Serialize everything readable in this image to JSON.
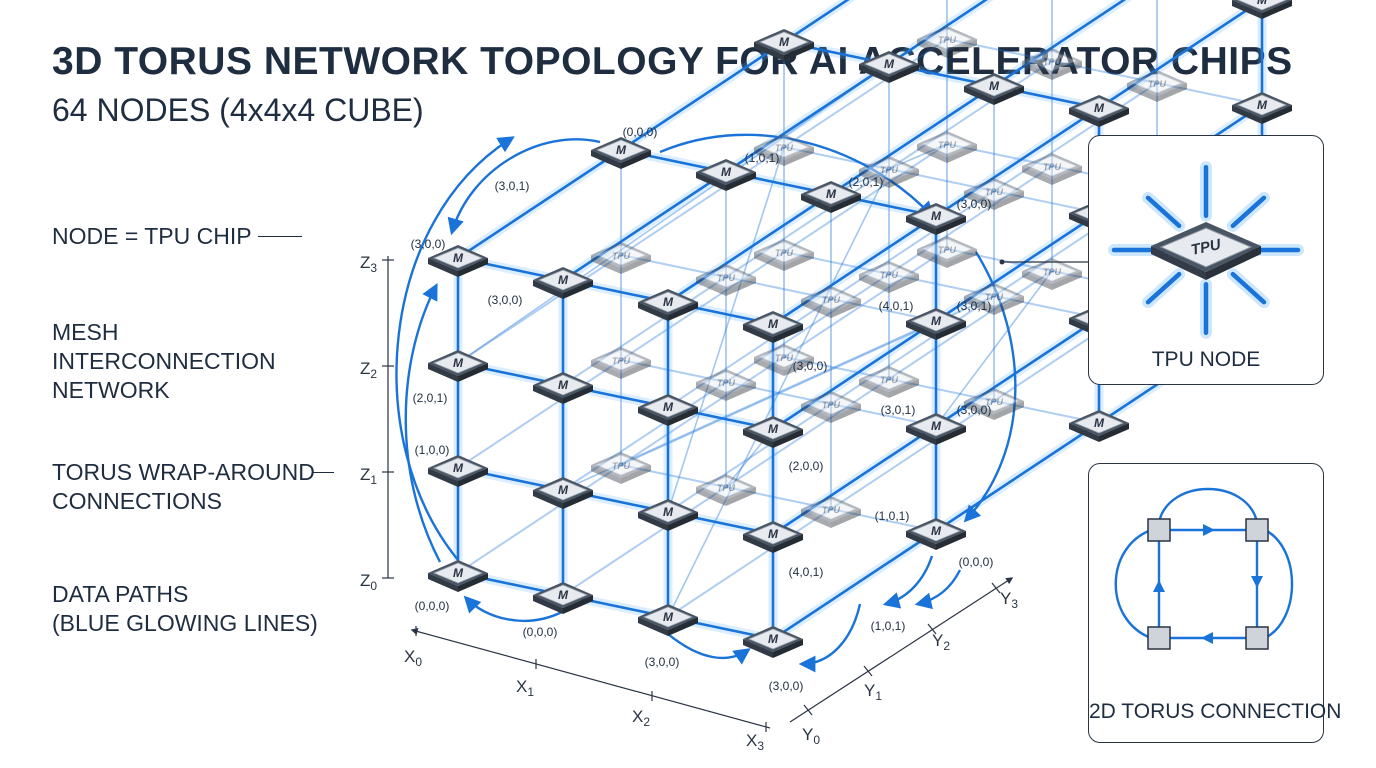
{
  "header": {
    "title": "3D TORUS NETWORK TOPOLOGY FOR AI ACCELERATOR CHIPS",
    "subtitle": "64 NODES (4x4x4 CUBE)"
  },
  "legend": {
    "node": "NODE = TPU CHIP",
    "mesh": [
      "MESH",
      "INTERCONNECTION",
      "NETWORK"
    ],
    "torus": [
      "TORUS WRAP-AROUND",
      "CONNECTIONS"
    ],
    "data_paths": [
      "DATA PATHS",
      "(BLUE GLOWING LINES)"
    ]
  },
  "axes": {
    "z": [
      "Z0",
      "Z1",
      "Z2",
      "Z3"
    ],
    "x": [
      "X0",
      "X1",
      "X2",
      "X3"
    ],
    "y": [
      "Y0",
      "Y1",
      "Y2",
      "Y3"
    ]
  },
  "chip_marks": {
    "front": "M",
    "back": "TPU"
  },
  "node_labels": [
    "(0,0,0)",
    "(1,0,1)",
    "(2,0,1)",
    "(3,0,0)",
    "(3,0,1)",
    "(3,0,0)",
    "(3,0,0)",
    "(4,0,1)",
    "(3,0,1)",
    "(3,0,0)",
    "(2,0,1)",
    "(3,0,1)",
    "(3,0,0)",
    "(1,0,0)",
    "(2,0,0)",
    "(1,0,1)",
    "(0,0,0)",
    "(4,0,1)",
    "(0,0,0)",
    "(0,0,0)",
    "(3,0,0)",
    "(1,0,1)",
    "(3,0,0)"
  ],
  "panels": {
    "tpu_node": {
      "caption": "TPU NODE",
      "chip_text": "TPU"
    },
    "torus_2d": {
      "caption": "2D TORUS CONNECTION"
    }
  },
  "colors": {
    "text": "#1f2d40",
    "link": "#1a73d9",
    "glow": "#5ab0ff",
    "chip_body": "#4a5564",
    "chip_top": "#e7eaee"
  }
}
